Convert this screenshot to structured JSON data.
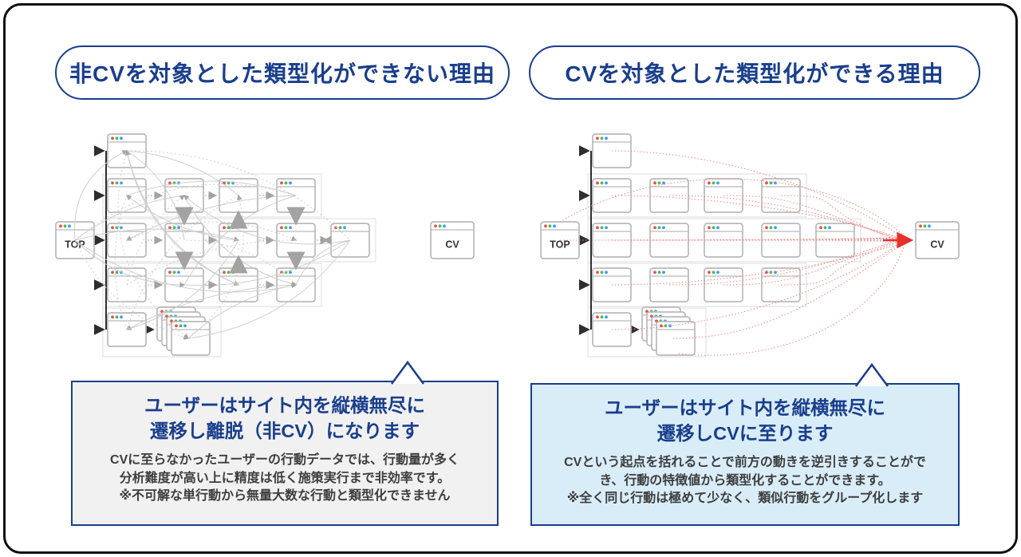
{
  "panels": {
    "left": {
      "title": "非CVを対象とした類型化ができない理由",
      "diagram": {
        "style": "chaos",
        "start_label": "TOP",
        "end_label": "CV"
      },
      "callout": {
        "heading_line1": "ユーザーはサイト内を縦横無尽に",
        "heading_line2": "遷移し離脱（非CV）になります",
        "body_line1": "CVに至らなかったユーザーの行動データでは、行動量が多く",
        "body_line2": "分析難度が高い上に精度は低く施策実行まで非効率です。",
        "body_line3": "※不可解な単行動から無量大数な行動と類型化できません"
      }
    },
    "right": {
      "title": "CVを対象とした類型化ができる理由",
      "diagram": {
        "style": "converge",
        "start_label": "TOP",
        "end_label": "CV"
      },
      "callout": {
        "heading_line1": "ユーザーはサイト内を縦横無尽に",
        "heading_line2": "遷移しCVに至ります",
        "body_line1": "CVという起点を括れることで前方の動きを逆引きすることがで",
        "body_line2": "き、行動の特徴値から類型化することができます。",
        "body_line3": "※全く同じ行動は極めて少なく、類似行動をグループ化します"
      }
    }
  },
  "colors": {
    "navy": "#1a3e8c",
    "frame_black": "#0f0f0f",
    "callout_left_bg": "#f1f1f1",
    "callout_right_bg": "#d9edf9",
    "body_text": "#3d3d3d",
    "red": "#e8302a",
    "light_red": "#ef8f8c",
    "gray_curve": "#cccccc",
    "gray_arrow": "#a3a3a3",
    "window_border": "#b9b9b9",
    "spine_black": "#2e2e2e",
    "group_box": "#e4e4e4",
    "node_label_text": "#333333",
    "dot_red": "#ef4d44",
    "dot_green": "#3fbf57",
    "dot_blue": "#3b9df0"
  }
}
